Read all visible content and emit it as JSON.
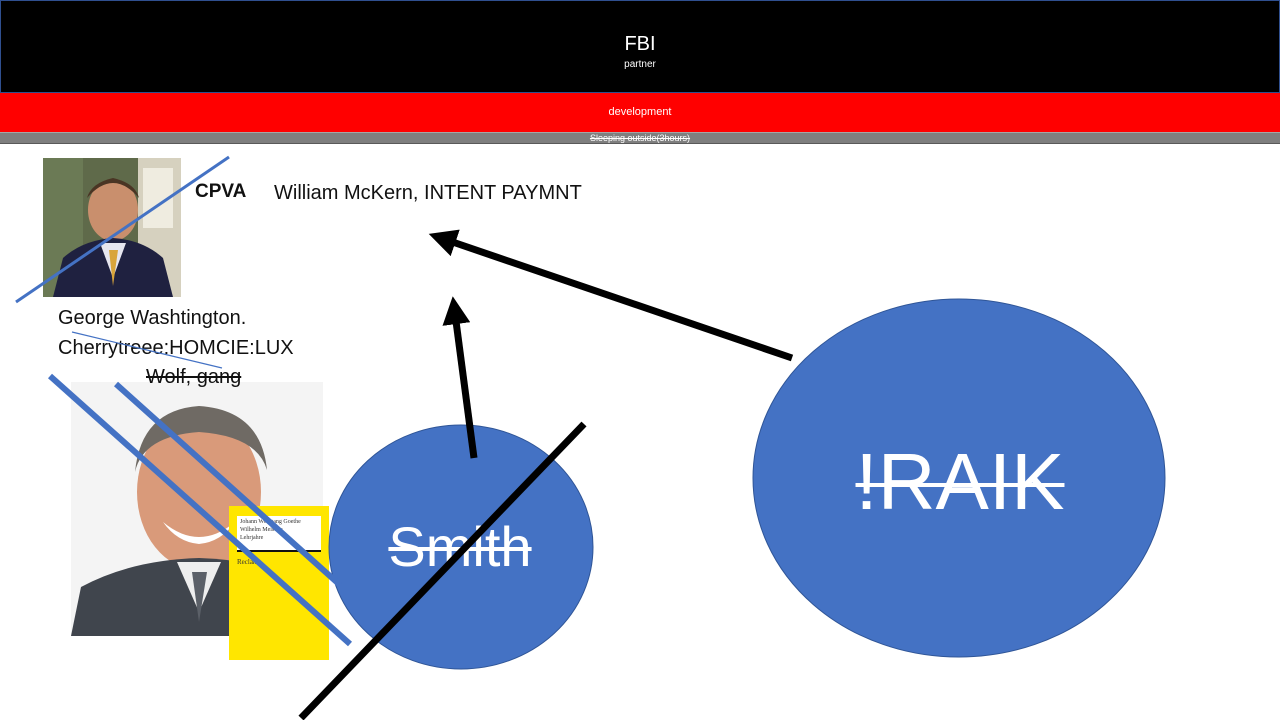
{
  "header": {
    "title": "FBI",
    "subtitle": "partner"
  },
  "bands": {
    "red": "development",
    "grey": "Sleeping outside(3hours)"
  },
  "annotations": {
    "cpva": "CPVA",
    "william": "William McKern, INTENT PAYMNT",
    "george": "George Washtington.",
    "cherry": "Cherrytreee:HOMCIE:LUX",
    "wolf": "Wolf, gang"
  },
  "book": {
    "line1": "Johann Wolfgang Goethe",
    "line2": "Wilhelm Meisters",
    "line3": "Lehrjahre",
    "publisher": "Reclam"
  },
  "circles": {
    "smith": "Smith",
    "raik": "!RAIK"
  },
  "colors": {
    "header_bg": "#000000",
    "red_band": "#ff0000",
    "grey_band": "#7f7f7f",
    "circle_fill": "#4472c4",
    "circle_stroke": "#2f5597",
    "book_yellow": "#ffe600"
  }
}
